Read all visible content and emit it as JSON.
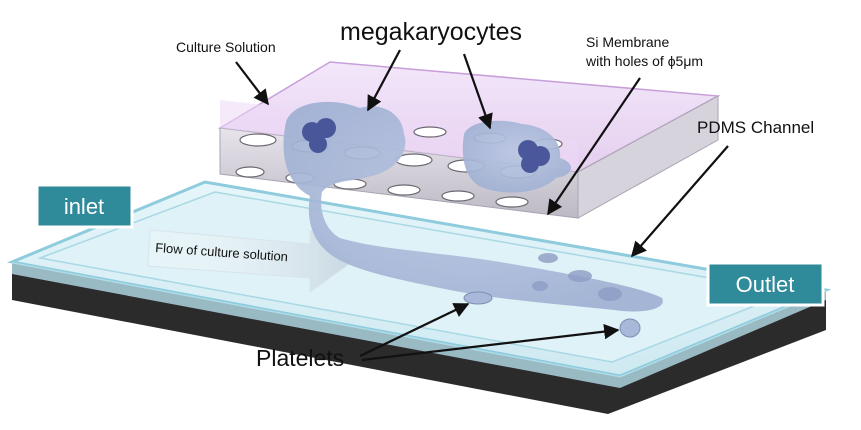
{
  "labels": {
    "megakaryocytes": "megakaryocytes",
    "culture_solution": "Culture Solution",
    "si_membrane_line1": "Si Membrane",
    "si_membrane_line2": "with holes of ϕ5μm",
    "pdms_channel": "PDMS Channel",
    "inlet": "inlet",
    "outlet": "Outlet",
    "flow": "Flow of culture solution",
    "platelets": "Platelets"
  },
  "colors": {
    "channel_fill": "#d6eef5",
    "channel_edge": "#8ecbdc",
    "base_dark": "#2b2b2b",
    "membrane_top": "#e9d8f2",
    "membrane_side": "#c9c6cf",
    "cell_fill": "#a8b8d8",
    "nucleus": "#3f4d94",
    "label_box": "#2f8a9a"
  }
}
